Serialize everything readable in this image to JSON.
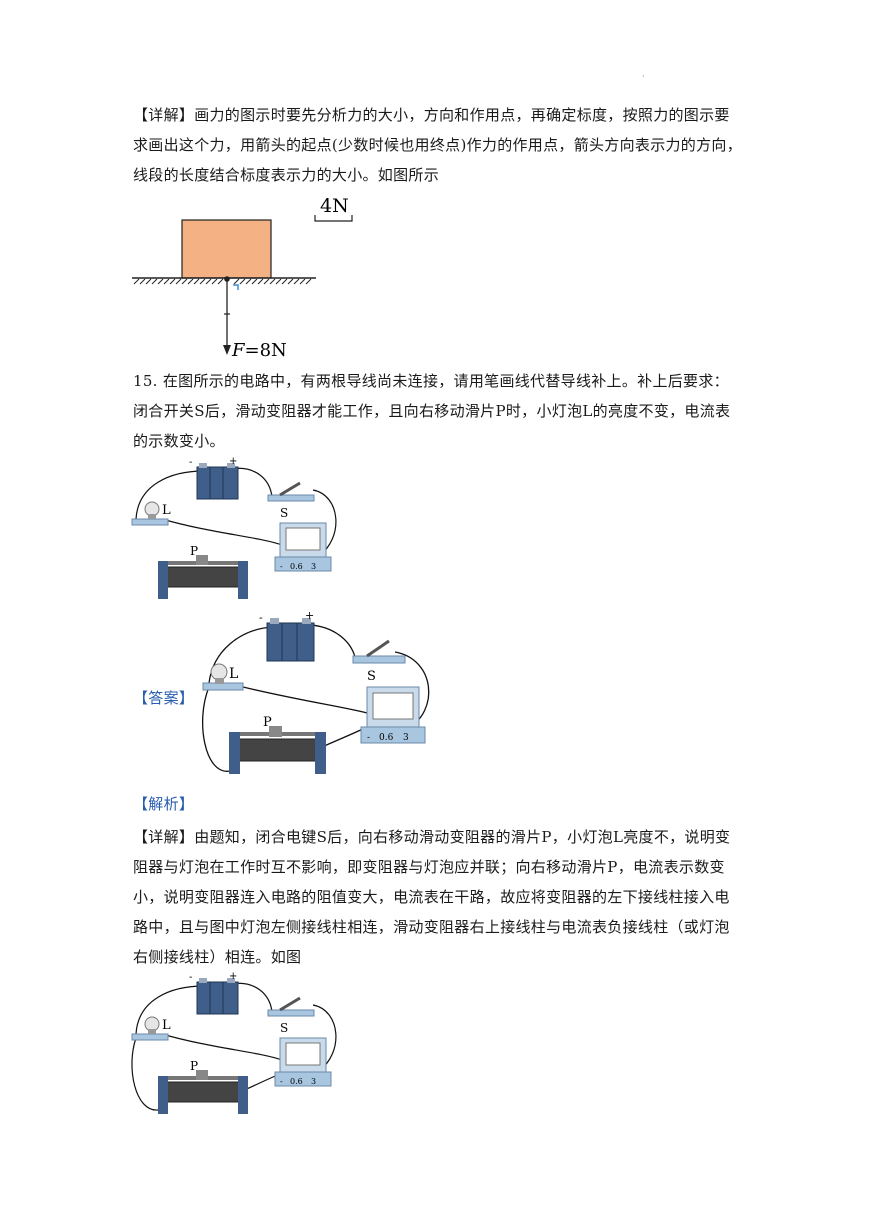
{
  "header_dot": "·",
  "q14": {
    "detail_tag": "【详解】",
    "detail_text": "画力的图示时要先分析力的大小，方向和作用点，再确定标度，按照力的图示要求画出这个力，用箭头的起点(少数时候也用终点)作力的作用点，箭头方向表示力的方向，线段的长度结合标度表示力的大小。如图所示",
    "scale_label": "4N",
    "force_label_symbol": "F",
    "force_label_value": "=8N"
  },
  "q15": {
    "number": "15.",
    "text": "在图所示的电路中，有两根导线尚未连接，请用笔画线代替导线补上。补上后要求：闭合开关S后，滑动变阻器才能工作，且向右移动滑片P时，小灯泡L的亮度不变，电流表的示数变小。",
    "answer_tag": "【答案】",
    "analysis_tag": "【解析】",
    "detail_tag": "【详解】",
    "detail_text": "由题知，闭合电键S后，向右移动滑动变阻器的滑片P，小灯泡L亮度不，说明变阻器与灯泡在工作时互不影响，即变阻器与灯泡应并联；向右移动滑片P，电流表示数变小，说明变阻器连入电路的阻值变大，电流表在干路，故应将变阻器的左下接线柱接入电路中，且与图中灯泡左侧接线柱相连，滑动变阻器右上接线柱与电流表负接线柱（或灯泡右侧接线柱）相连。如图"
  },
  "circuit_labels": {
    "minus": "-",
    "plus": "+",
    "lamp": "L",
    "switch": "S",
    "slider": "P",
    "meter_minus": "-",
    "meter_06": "0.6",
    "meter_3": "3"
  }
}
